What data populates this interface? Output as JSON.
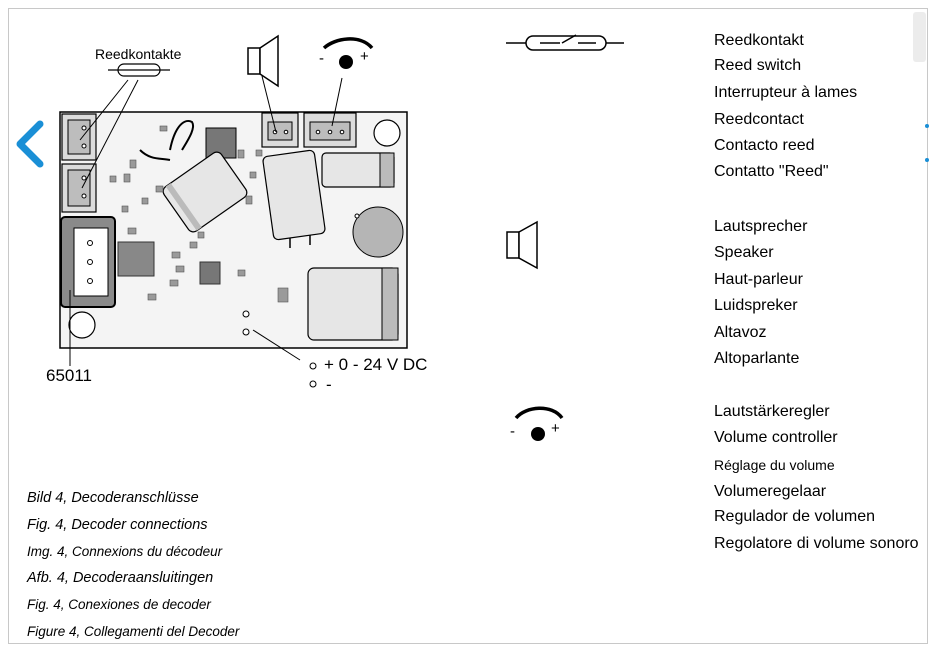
{
  "diagram": {
    "reed_label": "Reedkontakte",
    "part_number": "65011",
    "power_plus": "+ 0 - 24 V DC",
    "power_minus": "-",
    "volume_minus": "-",
    "volume_plus": "+"
  },
  "legend": {
    "reed": [
      "Reedkontakt",
      "Reed switch",
      "Interrupteur à lames",
      "Reedcontact",
      "Contacto reed",
      "Contatto \"Reed\""
    ],
    "speaker": [
      "Lautsprecher",
      "Speaker",
      "Haut-parleur",
      "Luidspreker",
      "Altavoz",
      "Altoparlante"
    ],
    "volume": [
      "Lautstärkeregler",
      "Volume controller",
      "Réglage du volume",
      "Volumeregelaar",
      "Regulador de volumen",
      "Regolatore di volume sonoro"
    ],
    "volume_minus": "-",
    "volume_plus": "+"
  },
  "captions": [
    "Bild 4, Decoderanschlüsse",
    "Fig. 4, Decoder connections",
    "Img. 4, Connexions du décodeur",
    "Afb. 4, Decoderaansluitingen",
    "Fig. 4, Conexiones de decoder",
    "Figure 4, Collegamenti del Decoder"
  ],
  "colors": {
    "accent": "#1a8fd6",
    "frame": "#c8c8c8"
  }
}
